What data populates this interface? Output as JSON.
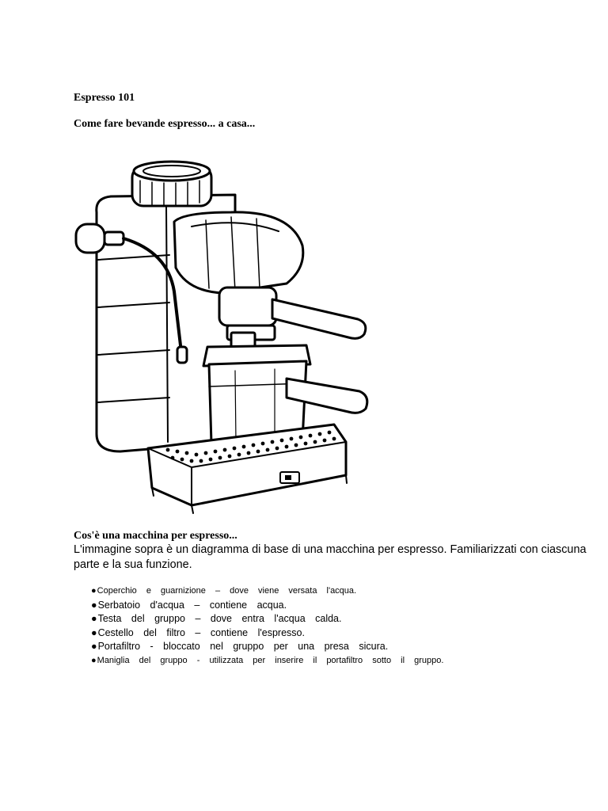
{
  "document": {
    "title": "Espresso 101",
    "subtitle": "Come fare bevande espresso... a casa...",
    "section_heading": "Cos'è una macchina per espresso...",
    "intro_paragraph": "L'immagine sopra è un diagramma di base di una macchina per espresso. Familiarizzati con ciascuna parte e la sua funzione.",
    "bullet_glyph": "●",
    "parts": [
      {
        "text": "Coperchio e guarnizione – dove viene versata l'acqua.",
        "size": "small"
      },
      {
        "text": "Serbatoio d'acqua – contiene acqua.",
        "size": "medium"
      },
      {
        "text": "Testa del gruppo – dove entra l'acqua calda.",
        "size": "medium"
      },
      {
        "text": "Cestello del filtro – contiene l'espresso.",
        "size": "medium"
      },
      {
        "text": "Portafiltro - bloccato nel gruppo per una presa sicura.",
        "size": "medium"
      },
      {
        "text": "Maniglia del gruppo - utilizzata per inserire il portafiltro sotto il gruppo.",
        "size": "small"
      }
    ]
  },
  "illustration": {
    "icon": "espresso-machine-icon",
    "stroke_color": "#000000",
    "fill_color": "#ffffff"
  }
}
